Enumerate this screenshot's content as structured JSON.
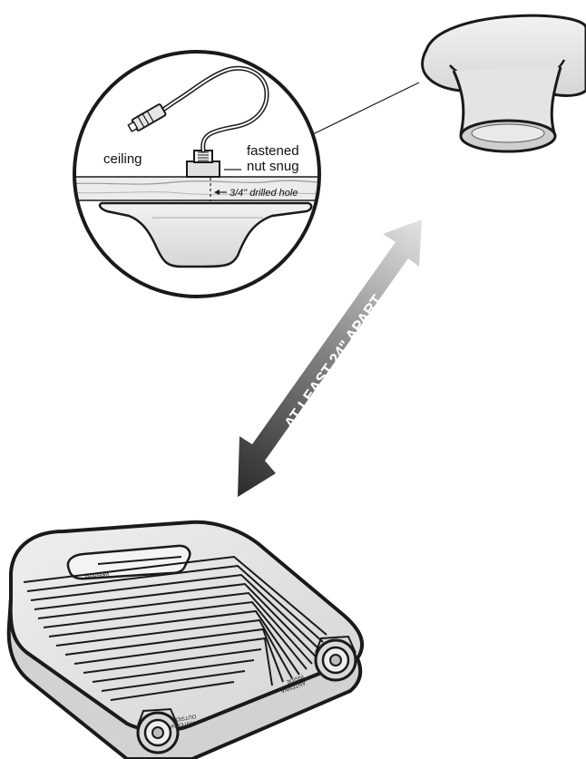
{
  "labels": {
    "ceiling": "ceiling",
    "fastened_line1": "fastened",
    "fastened_line2": "nut snug",
    "drilled_hole": "3/4\" drilled hole",
    "separation": "AT LEAST 24\" APART",
    "port_outside_1": "OUTSIDE",
    "port_outside_2": "ANTENNA",
    "port_inside_1": "INSIDE",
    "port_inside_2": "ANTENNA",
    "brand": "weBoost"
  },
  "icons": {
    "antenna": "dome-antenna-icon",
    "booster": "signal-booster-icon",
    "arrow": "double-arrow-icon"
  },
  "colors": {
    "stroke": "#1a1a1a",
    "body_fill": "#e8e8e8",
    "arrow_dark": "#2b2b2b",
    "arrow_light": "#d9d9d9"
  }
}
